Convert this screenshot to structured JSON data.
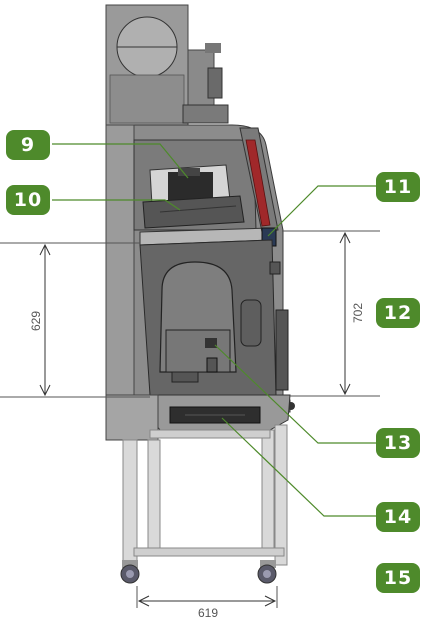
{
  "callouts": {
    "c9": "9",
    "c10": "10",
    "c11": "11",
    "c12": "12",
    "c13": "13",
    "c14": "14",
    "c15": "15"
  },
  "dimensions": {
    "left_height": "629",
    "right_height": "702",
    "bottom_width": "619"
  },
  "colors": {
    "badge_green": "#4e8a2b",
    "leader_green": "#4e8a2b",
    "cabinet_gray": "#8a8a8a",
    "cabinet_dark": "#4a4a4a",
    "frame_red": "#a0282a"
  }
}
